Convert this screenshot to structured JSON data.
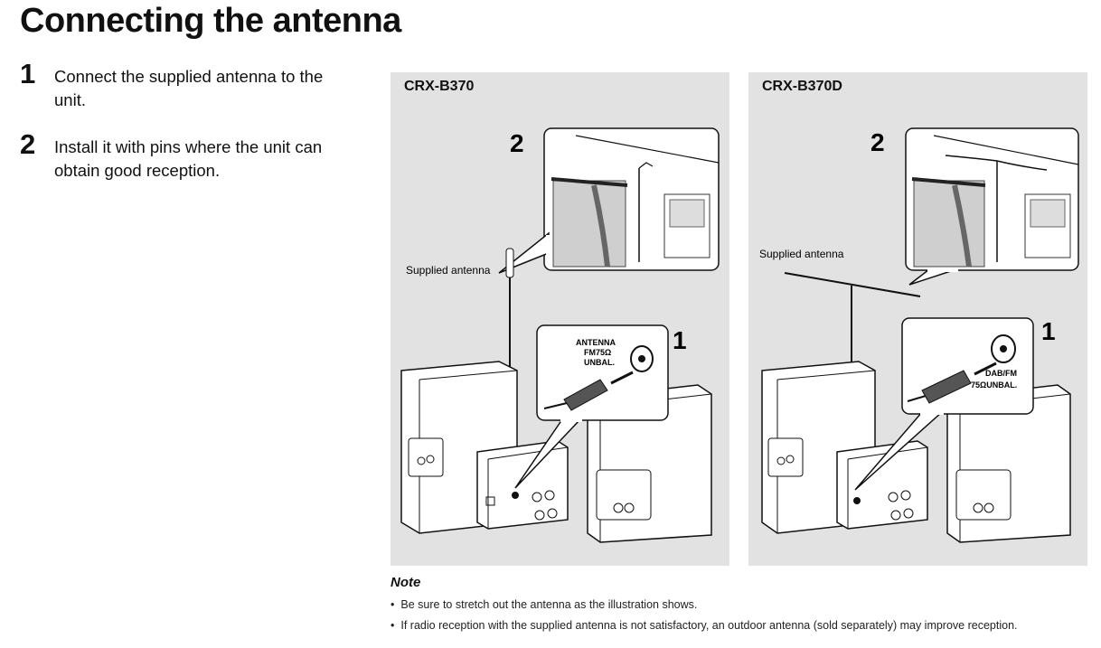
{
  "title": "Connecting the antenna",
  "steps": [
    {
      "num": "1",
      "text": "Connect the supplied antenna to the unit."
    },
    {
      "num": "2",
      "text": "Install it with pins where the unit can obtain good reception."
    }
  ],
  "panels": [
    {
      "model": "CRX-B370",
      "antenna_label": "Supplied antenna",
      "callout_1": "1",
      "callout_2": "2",
      "jack_line1": "ANTENNA",
      "jack_line2": "FM75Ω",
      "jack_line3": "UNBAL."
    },
    {
      "model": "CRX-B370D",
      "antenna_label": "Supplied antenna",
      "callout_1": "1",
      "callout_2": "2",
      "jack_line1": "DAB/FM",
      "jack_line2": "75ΩUNBAL."
    }
  ],
  "note": {
    "heading": "Note",
    "items": [
      "Be sure to stretch out the antenna as the illustration shows.",
      "If radio reception with the supplied antenna is not satisfactory, an outdoor antenna (sold separately) may improve reception."
    ]
  }
}
